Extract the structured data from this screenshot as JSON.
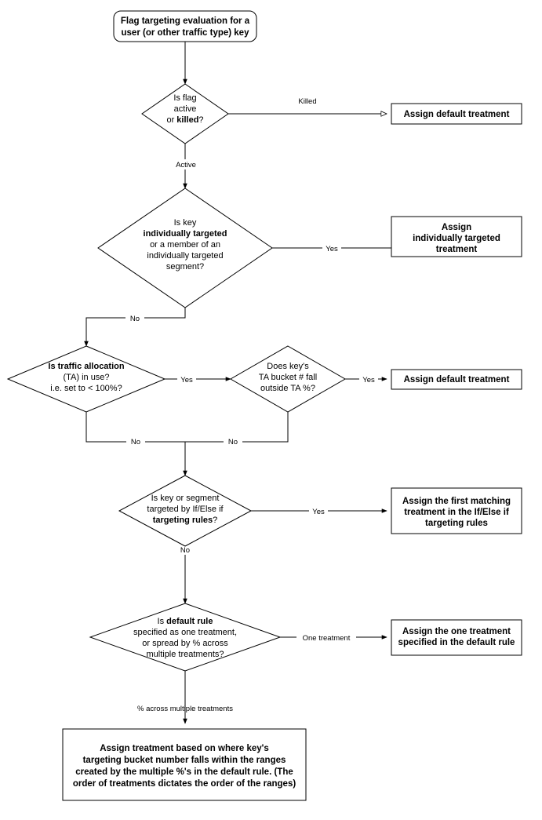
{
  "diagram": {
    "type": "flowchart",
    "title": "Flag targeting evaluation flow",
    "colors": {
      "background": "#ffffff",
      "stroke": "#000000",
      "shape_fill": "#ffffff",
      "text": "#000000"
    },
    "nodes": {
      "start": {
        "shape": "terminator",
        "line1": "Flag targeting evaluation for a",
        "line2": "user (or other traffic type) key"
      },
      "d1": {
        "shape": "decision",
        "line1": "Is flag",
        "line2": "active",
        "line3_pre": "or ",
        "line3_bold": "killed",
        "line3_post": "?"
      },
      "b1": {
        "shape": "process",
        "line1": "Assign default treatment"
      },
      "d2": {
        "shape": "decision",
        "line1": "Is key",
        "line2_bold": "individually targeted",
        "line3": "or a member of an",
        "line4": "individually targeted",
        "line5": "segment?"
      },
      "b2": {
        "shape": "process",
        "line1": "Assign",
        "line2": "individually targeted",
        "line3": "treatment"
      },
      "d3": {
        "shape": "decision",
        "line1_bold": "Is traffic allocation",
        "line2": "(TA) in use?",
        "line3": "i.e. set to < 100%?"
      },
      "d4": {
        "shape": "decision",
        "line1": "Does key's",
        "line2": "TA bucket # fall",
        "line3": "outside TA %?"
      },
      "b3": {
        "shape": "process",
        "line1": "Assign default treatment"
      },
      "d5": {
        "shape": "decision",
        "line1": "Is key or segment",
        "line2": "targeted by If/Else if",
        "line3_bold": "targeting rules",
        "line3_post": "?"
      },
      "b4": {
        "shape": "process",
        "line1": "Assign the first matching",
        "line2": "treatment in the If/Else if",
        "line3": "targeting rules"
      },
      "d6": {
        "shape": "decision",
        "line1_pre": "Is ",
        "line1_bold": "default rule",
        "line2": "specified as one treatment,",
        "line3": "or spread by % across",
        "line4": "multiple treatments?"
      },
      "b5": {
        "shape": "process",
        "line1": "Assign the one treatment",
        "line2": "specified in the default rule"
      },
      "b6": {
        "shape": "process",
        "line1": "Assign treatment based on where key's",
        "line2": "targeting bucket number falls within the ranges",
        "line3": "created by the multiple %'s in the default rule. (The",
        "line4": "order of treatments dictates the order of the ranges)"
      }
    },
    "edges": {
      "e_killed": "Killed",
      "e_active": "Active",
      "e_d2_yes": "Yes",
      "e_d2_no": "No",
      "e_d3_yes": "Yes",
      "e_d3_no": "No",
      "e_d4_yes": "Yes",
      "e_d4_no": "No",
      "e_d5_yes": "Yes",
      "e_d5_no": "No",
      "e_d6_one": "One treatment",
      "e_d6_pct": "% across multiple treatments"
    }
  }
}
